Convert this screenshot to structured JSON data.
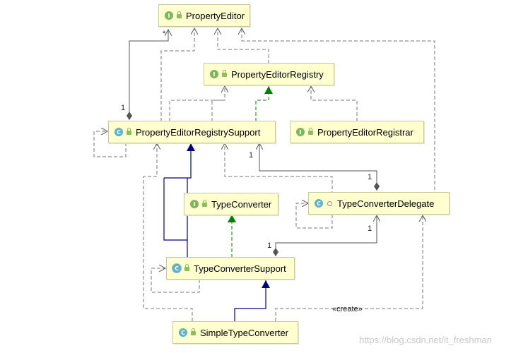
{
  "nodes": {
    "property_editor": {
      "name": "PropertyEditor",
      "kind": "I"
    },
    "property_editor_registry": {
      "name": "PropertyEditorRegistry",
      "kind": "I"
    },
    "property_editor_registry_support": {
      "name": "PropertyEditorRegistrySupport",
      "kind": "C"
    },
    "property_editor_registrar": {
      "name": "PropertyEditorRegistrar",
      "kind": "I"
    },
    "type_converter": {
      "name": "TypeConverter",
      "kind": "I"
    },
    "type_converter_delegate": {
      "name": "TypeConverterDelegate",
      "kind": "C"
    },
    "type_converter_support": {
      "name": "TypeConverterSupport",
      "kind": "C"
    },
    "simple_type_converter": {
      "name": "SimpleTypeConverter",
      "kind": "C"
    }
  },
  "labels": {
    "mult_star": "*",
    "mult_one_a": "1",
    "mult_one_b": "1",
    "mult_one_c": "1",
    "mult_one_d": "1",
    "mult_one_e": "1",
    "create": "«create»"
  },
  "watermark": "https://blog.csdn.net/it_freshman",
  "colors": {
    "node_fill": "#ffffcf",
    "node_border": "#c9c99a",
    "extends_line": "#00007f",
    "implements_line": "#008000",
    "dependency_line": "#7a7a7a"
  }
}
